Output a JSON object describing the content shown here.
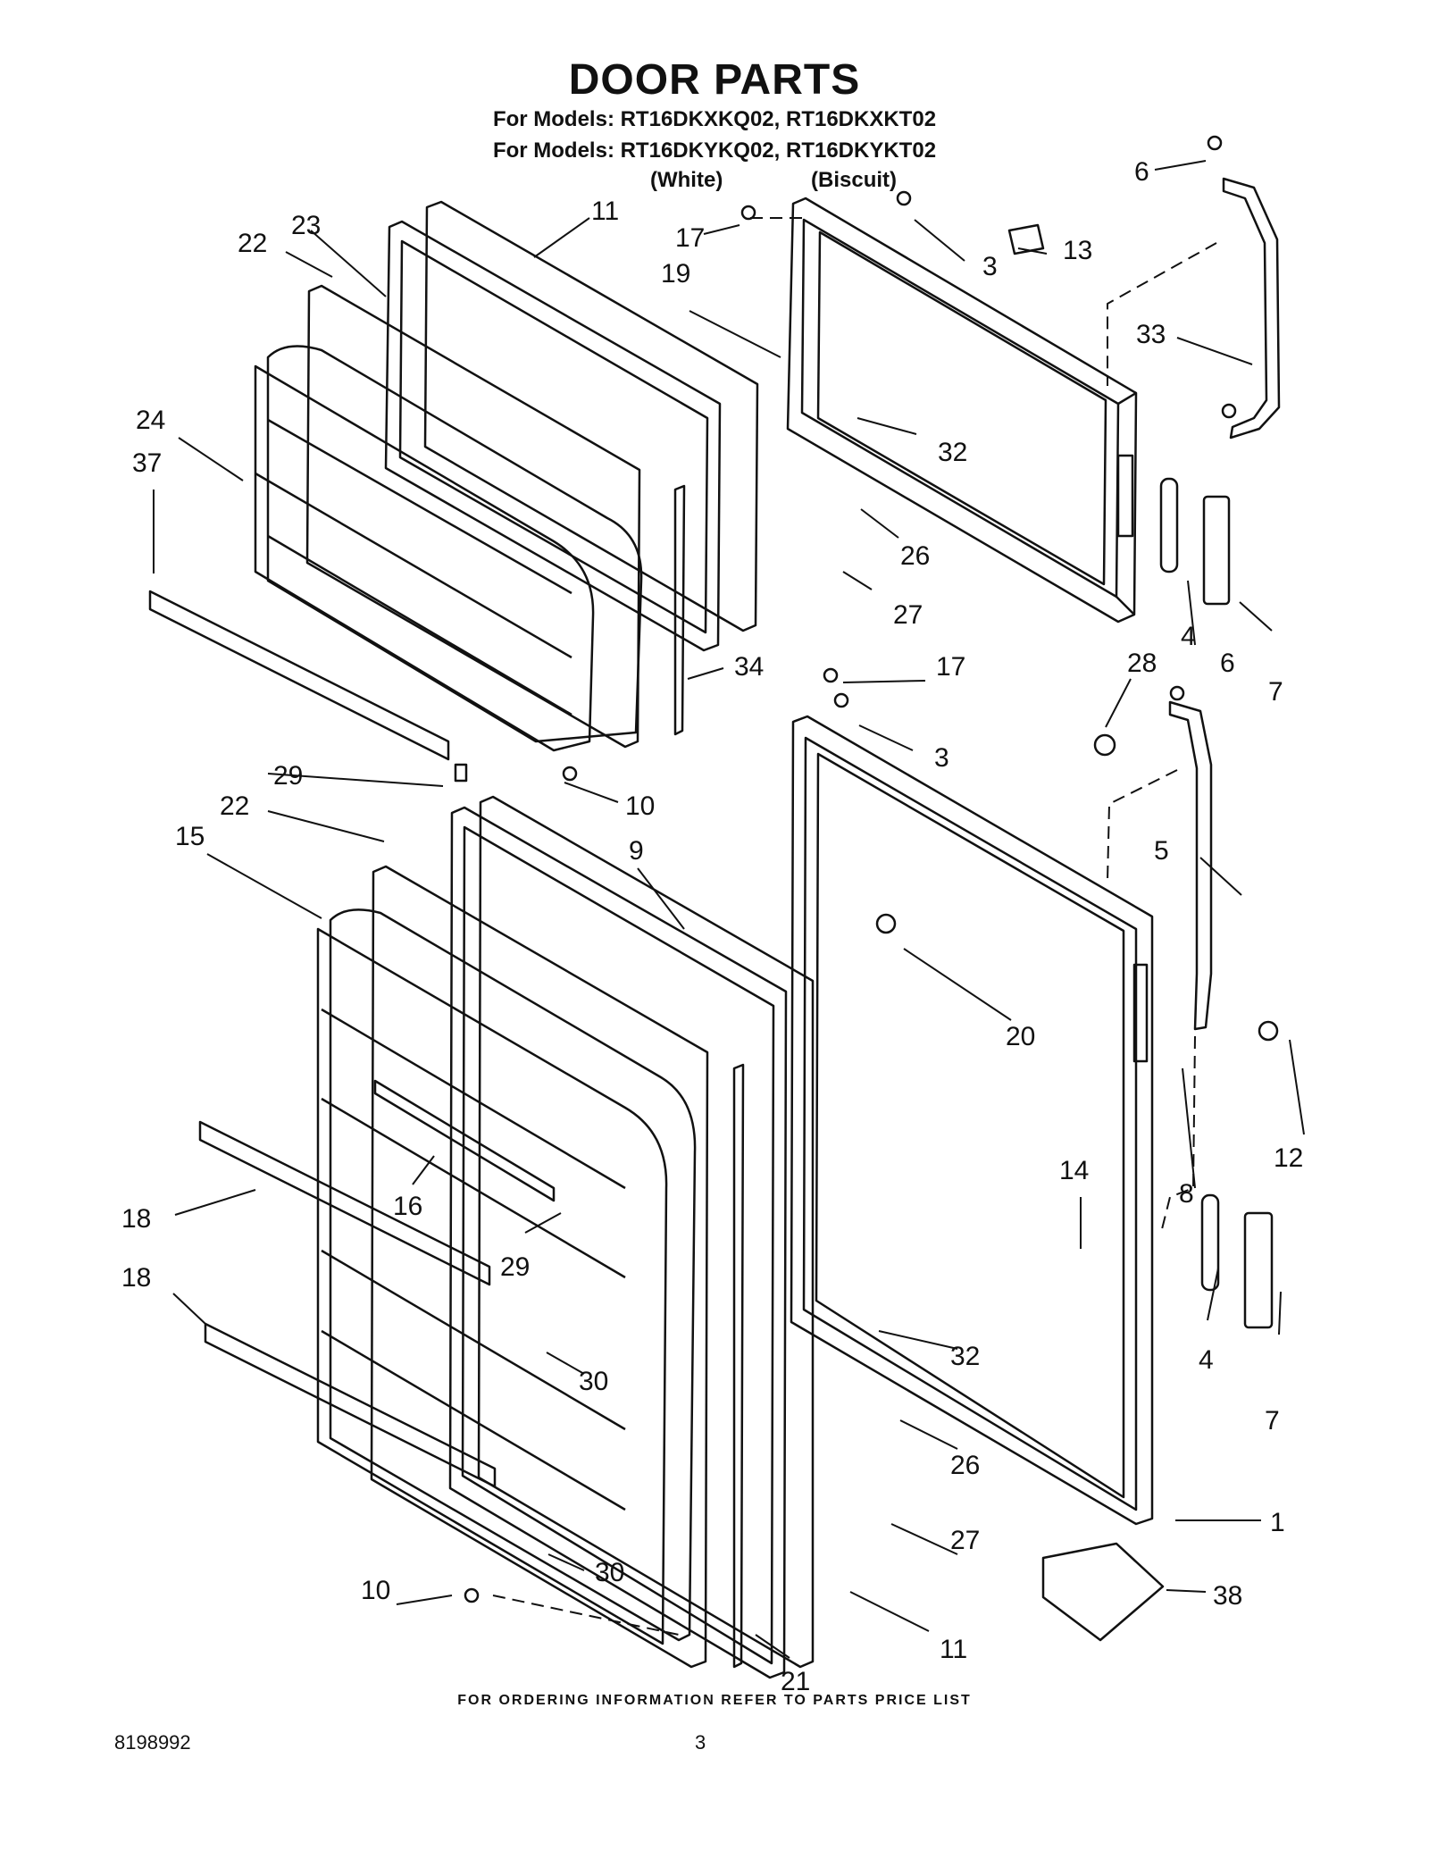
{
  "header": {
    "title": "DOOR PARTS",
    "models_line1": "For Models: RT16DKXKQ02, RT16DKXKT02",
    "models_line2": "For Models: RT16DKYKQ02, RT16DKYKT02",
    "color_white": "(White)",
    "color_biscuit": "(Biscuit)"
  },
  "callouts": [
    "6",
    "17",
    "3",
    "13",
    "11",
    "22",
    "23",
    "19",
    "33",
    "32",
    "24",
    "37",
    "26",
    "4",
    "27",
    "7",
    "34",
    "17",
    "28",
    "6",
    "3",
    "29",
    "10",
    "22",
    "15",
    "9",
    "5",
    "20",
    "14",
    "8",
    "12",
    "18",
    "16",
    "29",
    "18",
    "32",
    "30",
    "4",
    "7",
    "26",
    "1",
    "27",
    "30",
    "38",
    "10",
    "11",
    "21"
  ],
  "footer": {
    "ordering_note": "FOR ORDERING INFORMATION REFER TO PARTS PRICE LIST",
    "doc_number": "8198992",
    "page_number": "3"
  }
}
